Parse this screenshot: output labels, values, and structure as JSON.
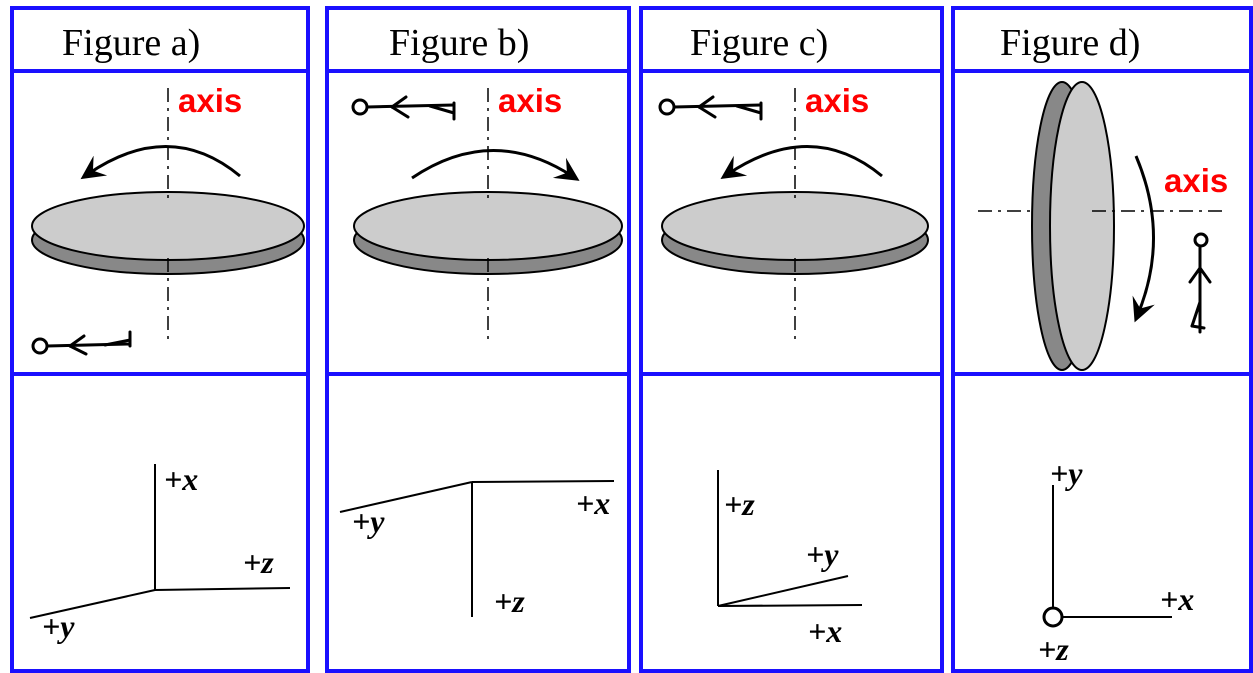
{
  "panels": [
    {
      "title": "Figure a)",
      "axis_word": "axis",
      "coords": {
        "up": "+x",
        "right": "+z",
        "diag": "+y"
      }
    },
    {
      "title": "Figure b)",
      "axis_word": "axis",
      "coords": {
        "right": "+x",
        "diag": "+y",
        "down": "+z"
      }
    },
    {
      "title": "Figure c)",
      "axis_word": "axis",
      "coords": {
        "up": "+z",
        "diag": "+y",
        "right": "+x"
      }
    },
    {
      "title": "Figure d)",
      "axis_word": "axis",
      "coords": {
        "up": "+y",
        "right": "+x",
        "out": "+z"
      }
    }
  ]
}
